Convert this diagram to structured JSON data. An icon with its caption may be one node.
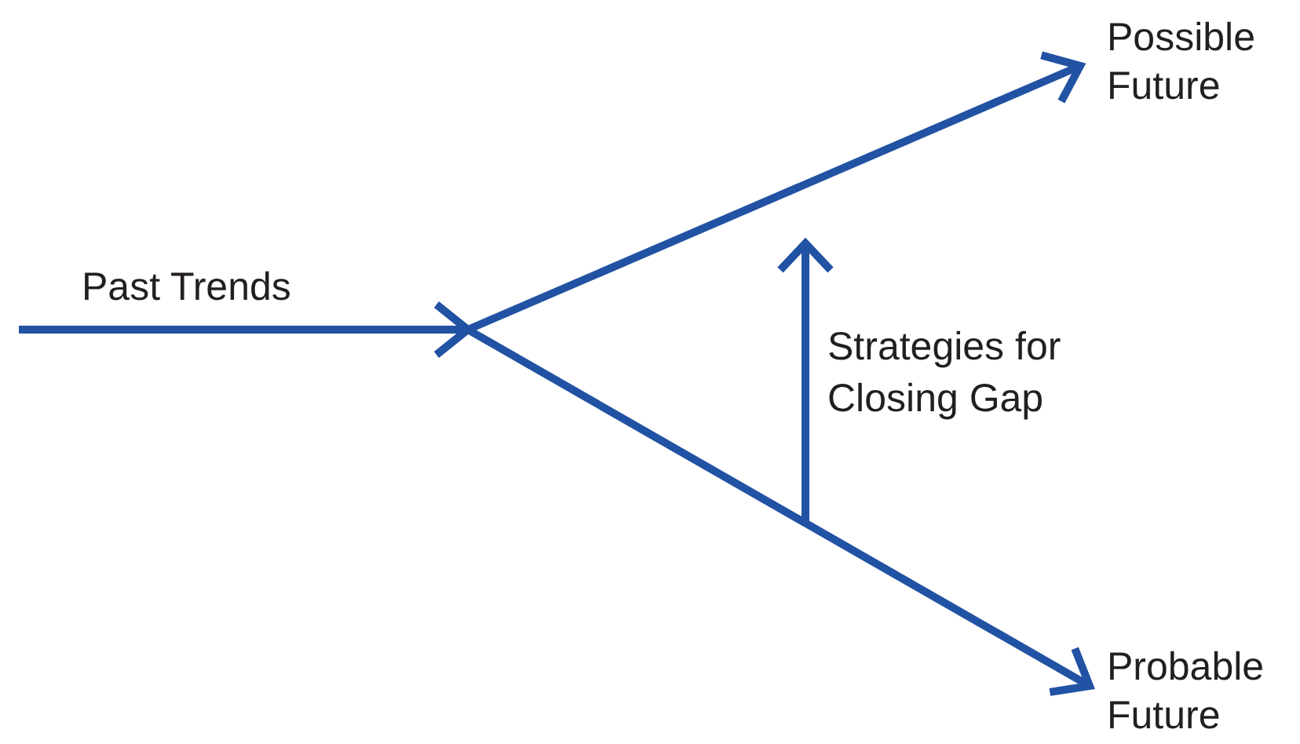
{
  "diagram": {
    "nodes": [
      {
        "text": [
          "Possible Future"
        ]
      },
      {
        "text": [
          "Probable Future"
        ]
      }
    ],
    "edges": [
      {
        "from": null,
        "to": 0,
        "arrow": "to",
        "label": "Past Trends"
      },
      {
        "from": null,
        "to": 1,
        "arrow": "to"
      }
    ],
    "labels": [
      "Strategies for Closing Gap"
    ]
  }
}
